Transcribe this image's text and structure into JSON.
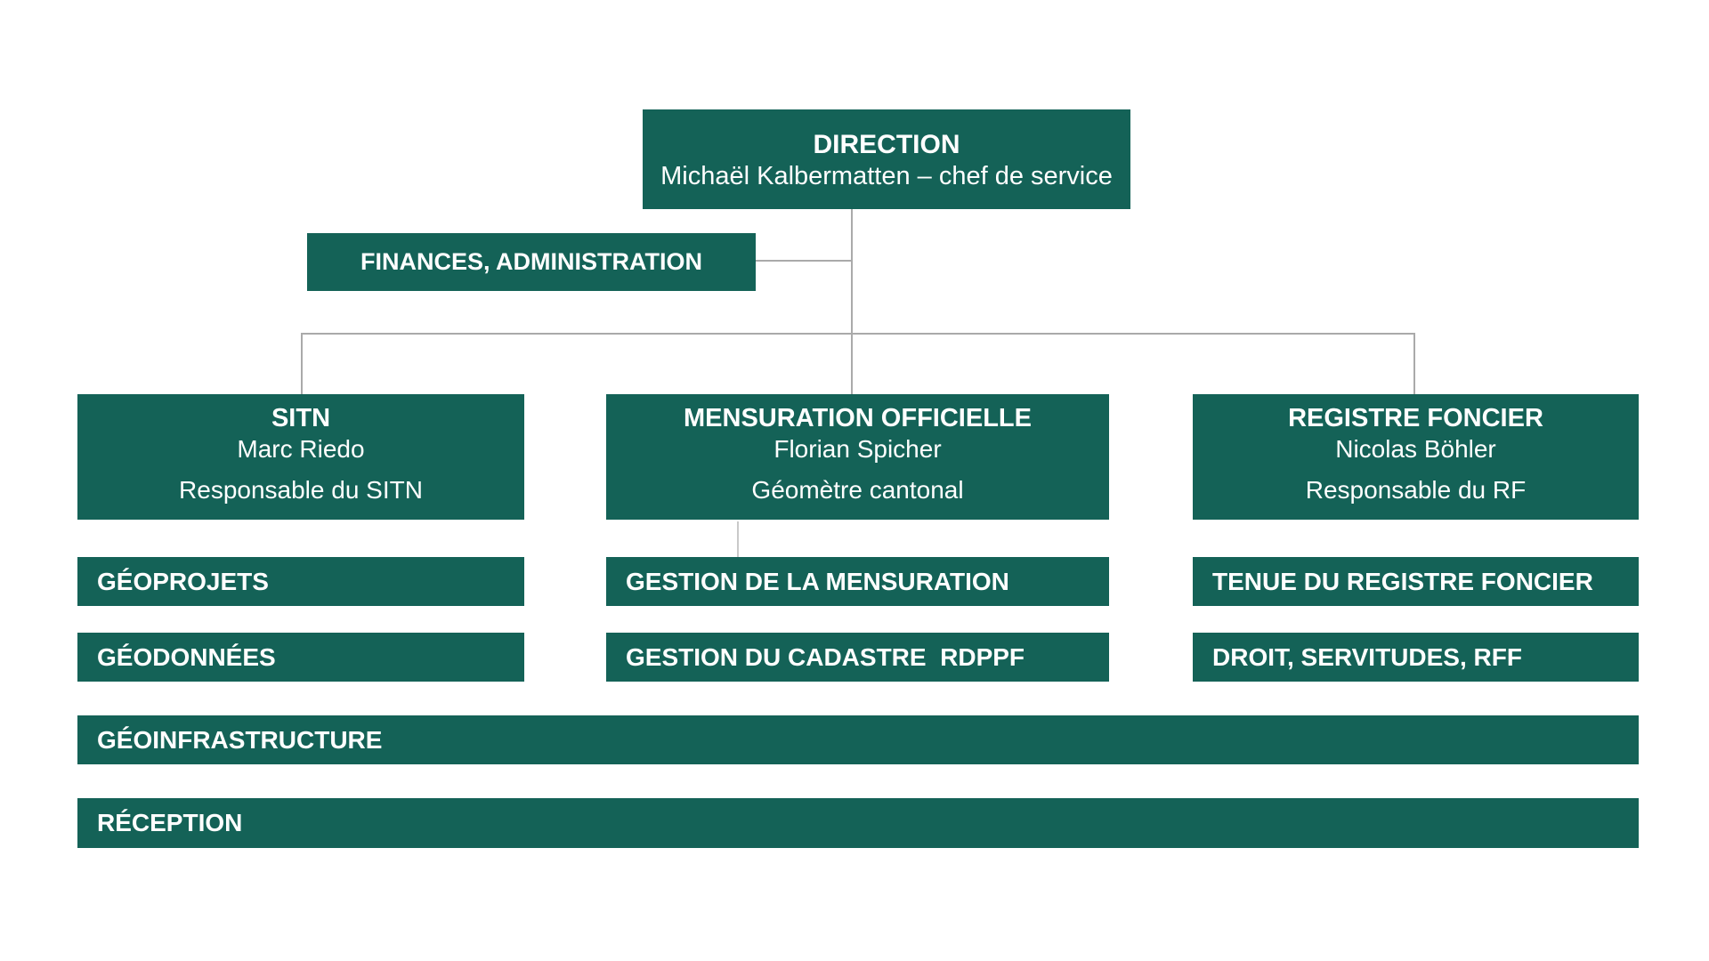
{
  "palette": {
    "box_background": "#146257",
    "box_text": "#ffffff",
    "connector_line": "#aaaaaa",
    "page_background": "#ffffff"
  },
  "direction": {
    "title": "DIRECTION",
    "subtitle": "Michaël Kalbermatten – chef de service"
  },
  "finances": {
    "label": "FINANCES, ADMINISTRATION"
  },
  "departments": [
    {
      "title": "SITN",
      "name": "Marc Riedo",
      "role": "Responsable du SITN",
      "units": [
        "GÉOPROJETS",
        "GÉODONNÉES"
      ]
    },
    {
      "title": "MENSURATION OFFICIELLE",
      "name": "Florian Spicher",
      "role": "Géomètre cantonal",
      "units": [
        "GESTION DE LA MENSURATION",
        "GESTION DU CADASTRE  RDPPF"
      ]
    },
    {
      "title": "REGISTRE FONCIER",
      "name": "Nicolas Böhler",
      "role": "Responsable du RF",
      "units": [
        "TENUE DU REGISTRE FONCIER",
        "DROIT, SERVITUDES, RFF"
      ]
    }
  ],
  "transversal": [
    "GÉOINFRASTRUCTURE",
    "RÉCEPTION"
  ]
}
